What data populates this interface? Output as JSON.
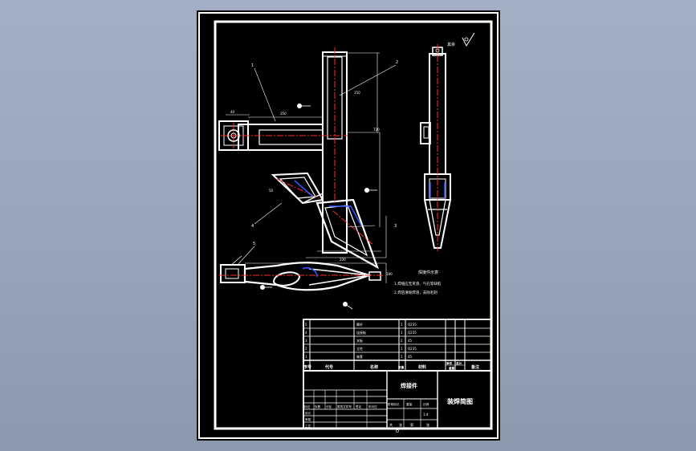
{
  "colors": {
    "background": "#97a4b9",
    "sheet": "#000000",
    "line": "#ffffff",
    "centerline": "#ff2a2a",
    "weld": "#3355ff"
  },
  "drawing": {
    "roughness_note": "其余",
    "view_label": "焊接件示意",
    "requirements": [
      "1.焊缝应无夹渣、气孔等缺陷",
      "2.焊后清除焊渣，去除毛刺"
    ],
    "callouts": [
      "1",
      "2",
      "3",
      "4",
      "5"
    ],
    "dimensions": [
      "40",
      "350",
      "720",
      "150",
      "230",
      "190",
      "50"
    ]
  },
  "title_block": {
    "part_rows": [
      {
        "no": "5",
        "code": "",
        "name": "臂杆",
        "qty": "1",
        "material": "Q235",
        "remark": ""
      },
      {
        "no": "4",
        "code": "",
        "name": "连接板",
        "qty": "1",
        "material": "Q235",
        "remark": ""
      },
      {
        "no": "3",
        "code": "",
        "name": "叉板",
        "qty": "2",
        "material": "45",
        "remark": ""
      },
      {
        "no": "2",
        "code": "",
        "name": "立柱",
        "qty": "1",
        "material": "Q235",
        "remark": ""
      },
      {
        "no": "1",
        "code": "",
        "name": "轴套",
        "qty": "1",
        "material": "45",
        "remark": ""
      }
    ],
    "headers": {
      "no": "序号",
      "code": "代号",
      "name": "名称",
      "qty": "数量",
      "material": "材料",
      "single": "单件",
      "total": "总计",
      "weight": "重量",
      "remark": "备注"
    },
    "assembly_name": "焊接件",
    "drawing_title": "装焊简图",
    "scale": "1:4",
    "revision_labels": [
      "标记",
      "处数",
      "分区",
      "更改文件号",
      "签名",
      "年月日"
    ],
    "role_labels": [
      "设计",
      "审核",
      "工艺"
    ],
    "stage_labels": [
      "阶段标记",
      "重量",
      "比例"
    ],
    "footer_labels": [
      "共",
      "张",
      "第",
      "张"
    ]
  }
}
